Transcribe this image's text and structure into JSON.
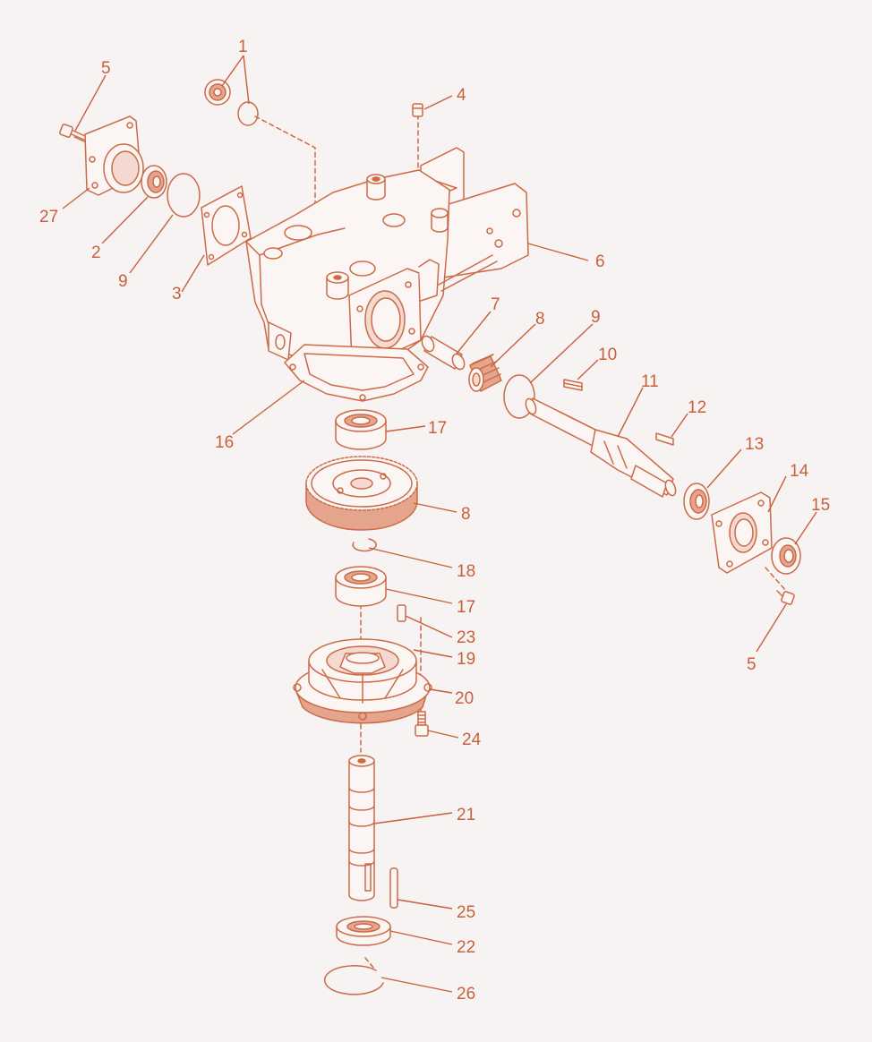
{
  "labels": {
    "p1": "1",
    "p5a": "5",
    "p4": "4",
    "p27": "27",
    "p2": "2",
    "p9a": "9",
    "p3": "3",
    "p6": "6",
    "p7": "7",
    "p8a": "8",
    "p9b": "9",
    "p10": "10",
    "p11": "11",
    "p12": "12",
    "p16": "16",
    "p17a": "17",
    "p13": "13",
    "p14": "14",
    "p15": "15",
    "p8b": "8",
    "p18": "18",
    "p17b": "17",
    "p23": "23",
    "p19": "19",
    "p20": "20",
    "p5b": "5",
    "p24": "24",
    "p21": "21",
    "p25": "25",
    "p22": "22",
    "p26": "26"
  },
  "colors": {
    "line": "#cc6a47",
    "label": "#c8603c",
    "background": "#f7f3f2"
  }
}
